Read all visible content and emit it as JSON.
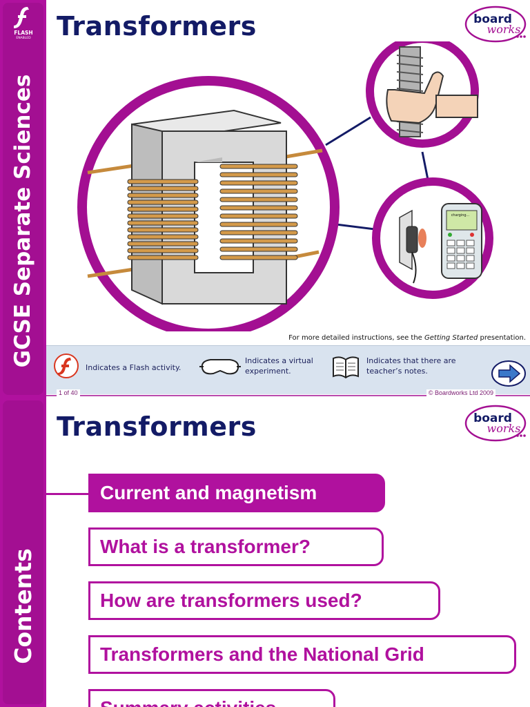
{
  "slide1": {
    "side_label": "GCSE Separate Sciences",
    "flash_badge": {
      "line1": "FLASH",
      "line2": "ENABLED"
    },
    "title": "Transformers",
    "logo": {
      "word1": "board",
      "word2": "works"
    },
    "phone_screen": "charging...",
    "instructions_prefix": "For more detailed instructions, see the ",
    "instructions_italic": "Getting Started",
    "instructions_suffix": " presentation.",
    "legend": [
      {
        "icon": "flash-icon",
        "text": "Indicates a Flash activity."
      },
      {
        "icon": "goggles-icon",
        "line1": "Indicates a virtual",
        "line2": "experiment."
      },
      {
        "icon": "book-icon",
        "line1": "Indicates that there are",
        "line2": "teacher’s notes."
      }
    ],
    "footer_left": "1 of 40",
    "footer_right": "© Boardworks Ltd 2009",
    "colors": {
      "accent": "#b0119e",
      "title": "#131b66",
      "strip": "#d9e3ef"
    }
  },
  "slide2": {
    "side_label": "Contents",
    "title": "Transformers",
    "logo": {
      "word1": "board",
      "word2": "works"
    },
    "toc": [
      {
        "label": "Current and magnetism",
        "active": true
      },
      {
        "label": "What is a transformer?",
        "active": false
      },
      {
        "label": "How are transformers used?",
        "active": false
      },
      {
        "label": "Transformers and the National Grid",
        "active": false
      },
      {
        "label": "Summary activities",
        "active": false
      }
    ]
  }
}
